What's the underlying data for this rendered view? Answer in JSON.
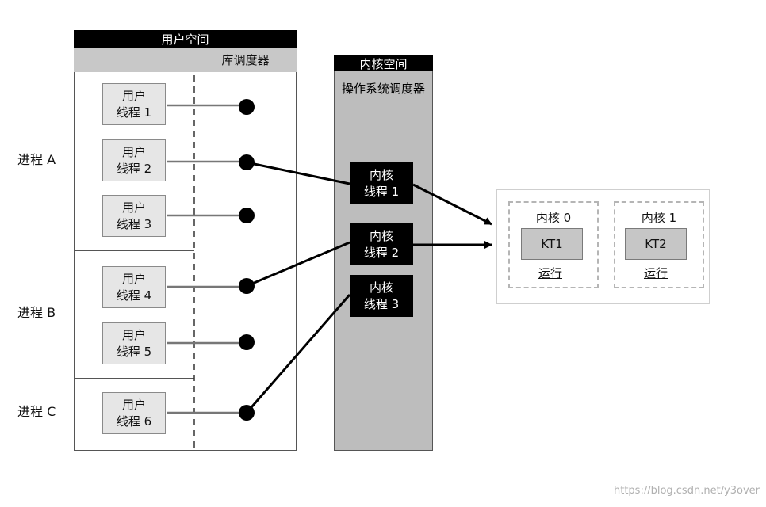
{
  "user_space": {
    "title": "用户空间",
    "scheduler_label": "库调度器"
  },
  "kernel_space": {
    "title": "内核空间",
    "scheduler_label": "操作系统调度器"
  },
  "processes": [
    {
      "label": "进程 A"
    },
    {
      "label": "进程 B"
    },
    {
      "label": "进程 C"
    }
  ],
  "user_threads": [
    {
      "line1": "用户",
      "line2": "线程 1"
    },
    {
      "line1": "用户",
      "line2": "线程 2"
    },
    {
      "line1": "用户",
      "line2": "线程 3"
    },
    {
      "line1": "用户",
      "line2": "线程 4"
    },
    {
      "line1": "用户",
      "line2": "线程 5"
    },
    {
      "line1": "用户",
      "line2": "线程 6"
    }
  ],
  "kernel_threads": [
    {
      "line1": "内核",
      "line2": "线程 1"
    },
    {
      "line1": "内核",
      "line2": "线程 2"
    },
    {
      "line1": "内核",
      "line2": "线程 3"
    }
  ],
  "cores": [
    {
      "title": "内核 0",
      "thread": "KT1",
      "state": "运行"
    },
    {
      "title": "内核 1",
      "thread": "KT2",
      "state": "运行"
    }
  ],
  "watermark": "https://blog.csdn.net/y3over"
}
